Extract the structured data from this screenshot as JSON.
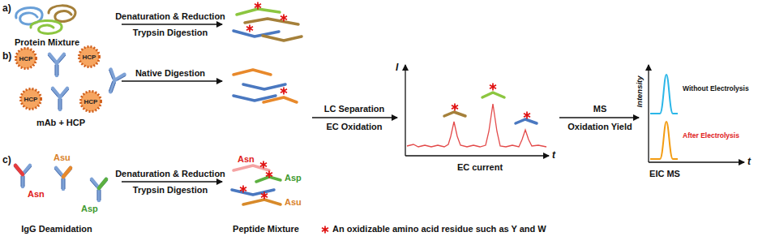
{
  "diagram": {
    "nodes": [
      {
        "text": [
          "HCP"
        ]
      },
      {
        "text": [
          "HCP"
        ]
      },
      {
        "text": [
          "HCP"
        ]
      },
      {
        "text": [
          "HCP"
        ]
      }
    ],
    "labels": [
      "a)",
      "Denaturation & Reduction",
      "Trypsin Digestion",
      "Protein Mixture",
      "b)",
      "Native Digestion",
      "mAb + HCP",
      "c)",
      "Asn",
      "Asu",
      "Asp",
      "Denaturation & Reduction",
      "Trypsin Digestion",
      "IgG Deamidation",
      "Asn",
      "Asp",
      "Asu",
      "Peptide Mixture",
      "LC Separation",
      "EC Oxidation",
      "I",
      "t",
      "EC current",
      "MS",
      "Oxidation Yield",
      "Intensity",
      "Without Electrolysis",
      "After Electrolysis",
      "t",
      "EIC MS"
    ],
    "legend": [
      {
        "text": "An oxidizable amino acid residue such as Y and W"
      }
    ]
  }
}
